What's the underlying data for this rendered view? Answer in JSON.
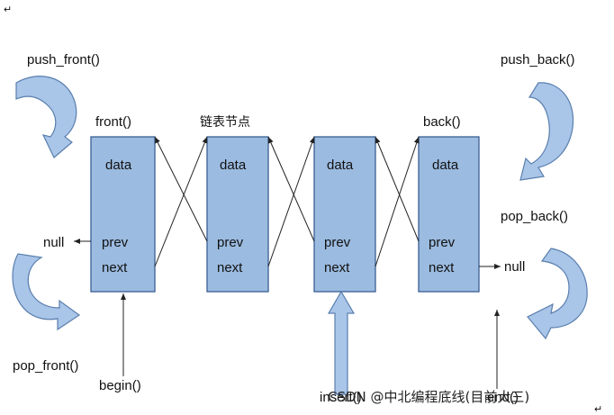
{
  "labels": {
    "push_front": "push_front()",
    "push_back": "push_back()",
    "pop_front": "pop_front()",
    "pop_back": "pop_back()",
    "front": "front()",
    "back": "back()",
    "node_caption": "链表节点",
    "begin": "begin()",
    "insert": "insert()",
    "end": "end()",
    "null_left": "null",
    "null_right": "null"
  },
  "node_fields": [
    "data",
    "prev",
    "next"
  ],
  "nodes": [
    {
      "data": "data",
      "prev": "prev",
      "next": "next"
    },
    {
      "data": "data",
      "prev": "prev",
      "next": "next"
    },
    {
      "data": "data",
      "prev": "prev",
      "next": "next"
    },
    {
      "data": "data",
      "prev": "prev",
      "next": "next"
    }
  ],
  "watermark": "CSDN @中北编程底线(目前大三)",
  "colors": {
    "node_fill": "#9bbbe0",
    "node_border": "#3a5f93",
    "curve_fill": "#a9c5e8",
    "line": "#222222"
  }
}
